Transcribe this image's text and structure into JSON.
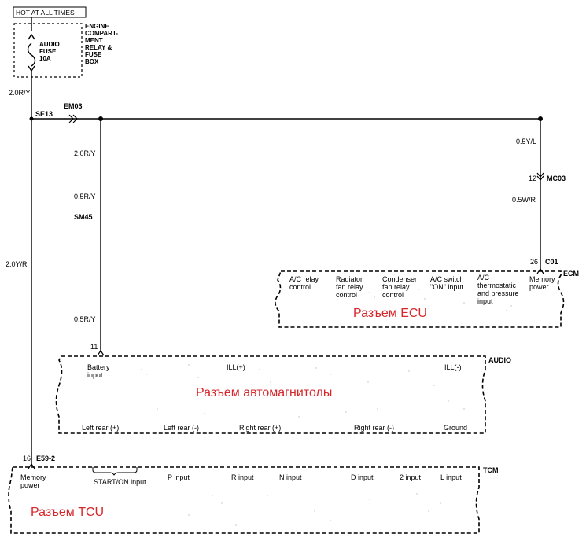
{
  "hot_at_all_times": "HOT AT ALL TIMES",
  "fuse_box": {
    "label": "ENGINE\nCOMPART-\nMENT\nRELAY &\nFUSE\nBOX",
    "fuse_label": "AUDIO\nFUSE\n10A"
  },
  "wires": {
    "w_fuse_out": "2.0R/Y",
    "w_main_left": "2.0Y/R",
    "w_audio_top": "2.0R/Y",
    "w_audio_mid": "0.5R/Y",
    "w_audio_bot": "0.5R/Y",
    "w_ecu_top": "0.5Y/L",
    "w_ecu_bot": "0.5W/R"
  },
  "connectors": {
    "se13": "SE13",
    "em03": "EM03",
    "sm45": "SM45",
    "mc03_pin": "12",
    "mc03": "MC03",
    "c01_pin": "26",
    "c01": "C01",
    "audio_pin": "11",
    "e59_pin": "16",
    "e59": "E59-2"
  },
  "ecm": {
    "name": "ECM",
    "caption": "Разъем ECU",
    "pins": [
      "A/C relay\ncontrol",
      "Radiator\nfan relay\ncontrol",
      "Condenser\nfan relay\ncontrol",
      "A/C switch\n\"ON\" input",
      "A/C\nthermostatic\nand pressure\ninput",
      "Memory\npower"
    ]
  },
  "audio": {
    "name": "AUDIO",
    "caption": "Разъем автомагнитолы",
    "top_pins": [
      "Battery\ninput",
      "ILL(+)",
      "ILL(-)"
    ],
    "bottom_pins": [
      "Left rear (+)",
      "Left rear (-)",
      "Right rear (+)",
      "Right rear (-)",
      "Ground"
    ]
  },
  "tcm": {
    "name": "TCM",
    "caption": "Разъем TCU",
    "pins": [
      "Memory\npower",
      "START/ON input",
      "P input",
      "R input",
      "N input",
      "D input",
      "2 input",
      "L input"
    ]
  },
  "colors": {
    "wire": "#000000",
    "caption": "#d8262a"
  }
}
